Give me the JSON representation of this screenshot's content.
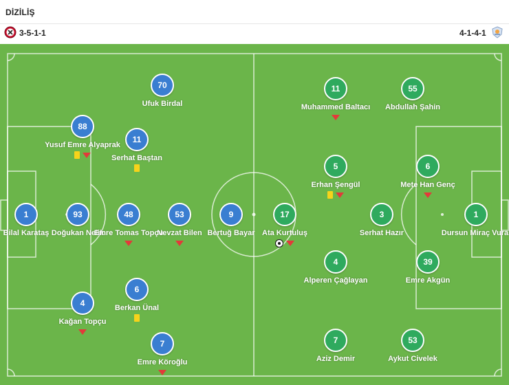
{
  "header": {
    "title": "DİZİLİŞ"
  },
  "formations": {
    "home": "3-5-1-1",
    "away": "4-1-4-1"
  },
  "colors": {
    "pitch": "#6bb54a",
    "home_player": "#3a7ed1",
    "away_player": "#2faa5e",
    "yellow_card": "#f6d31b",
    "sub_arrow": "#e23a3a"
  },
  "home_players": [
    {
      "number": "70",
      "name": "Ufuk Birdal",
      "events": []
    },
    {
      "number": "88",
      "name": "Yusuf Emre Alyaprak",
      "events": [
        "yellow-card",
        "substitution"
      ]
    },
    {
      "number": "11",
      "name": "Serhat Baştan",
      "events": [
        "yellow-card"
      ]
    },
    {
      "number": "1",
      "name": "Bilal Karataş",
      "events": []
    },
    {
      "number": "93",
      "name": "Doğukan Nelik",
      "events": []
    },
    {
      "number": "48",
      "name": "Emre Tomas Topçu",
      "events": [
        "substitution"
      ]
    },
    {
      "number": "53",
      "name": "Nevzat Bilen",
      "events": [
        "substitution"
      ]
    },
    {
      "number": "9",
      "name": "Bertuğ Bayar",
      "events": []
    },
    {
      "number": "6",
      "name": "Berkan Ünal",
      "events": [
        "yellow-card"
      ]
    },
    {
      "number": "4",
      "name": "Kağan Topçu",
      "events": [
        "substitution"
      ]
    },
    {
      "number": "7",
      "name": "Emre Köroğlu",
      "events": [
        "substitution"
      ]
    }
  ],
  "away_players": [
    {
      "number": "11",
      "name": "Muhammed Baltacı",
      "events": [
        "substitution"
      ]
    },
    {
      "number": "55",
      "name": "Abdullah Şahin",
      "events": []
    },
    {
      "number": "5",
      "name": "Erhan Şengül",
      "events": [
        "yellow-card",
        "substitution"
      ]
    },
    {
      "number": "6",
      "name": "Mete Han Genç",
      "events": [
        "substitution"
      ]
    },
    {
      "number": "17",
      "name": "Ata Kurtuluş",
      "events": [
        "goal",
        "substitution"
      ]
    },
    {
      "number": "3",
      "name": "Serhat Hazır",
      "events": []
    },
    {
      "number": "1",
      "name": "Dursun Miraç Vural",
      "events": []
    },
    {
      "number": "4",
      "name": "Alperen Çağlayan",
      "events": []
    },
    {
      "number": "39",
      "name": "Emre Akgün",
      "events": []
    },
    {
      "number": "7",
      "name": "Aziz Demir",
      "events": []
    },
    {
      "number": "53",
      "name": "Aykut Civelek",
      "events": []
    }
  ]
}
